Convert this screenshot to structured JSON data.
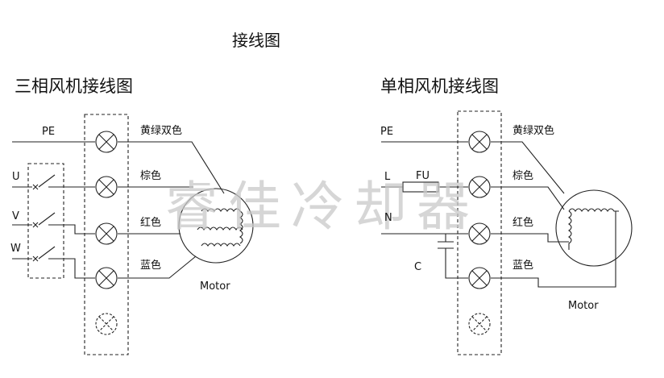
{
  "title": "接线图",
  "watermark": "睿佳冷却器",
  "three_phase": {
    "title": "三相风机接线图",
    "inputs": [
      "PE",
      "U",
      "V",
      "W"
    ],
    "wires": [
      "黄绿双色",
      "棕色",
      "红色",
      "蓝色"
    ],
    "motor_label": "Motor"
  },
  "single_phase": {
    "title": "单相风机接线图",
    "inputs": [
      "PE",
      "L",
      "N"
    ],
    "fuse": "FU",
    "capacitor": "C",
    "wires": [
      "黄绿双色",
      "棕色",
      "红色",
      "蓝色"
    ],
    "motor_label": "Motor"
  }
}
